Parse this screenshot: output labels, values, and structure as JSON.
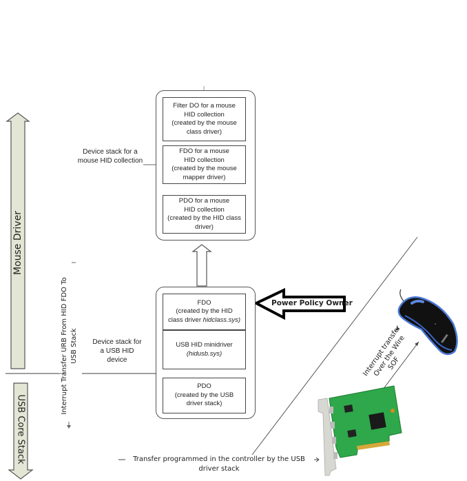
{
  "side_arrows": {
    "mouse_driver": "Mouse Driver",
    "usb_core_stack": "USB Core Stack",
    "fill_color": "#e3e6d4"
  },
  "upper_stack": {
    "caption_line1": "Device stack for a",
    "caption_line2": "mouse HID collection",
    "nodes": [
      {
        "lines": [
          "Filter DO for a mouse",
          "HID collection",
          "(created by the mouse",
          "class driver)"
        ]
      },
      {
        "lines": [
          "FDO for a  mouse",
          "HID collection",
          "(created by the mouse",
          "mapper driver)"
        ]
      },
      {
        "lines": [
          "PDO for a mouse",
          "HID collection",
          "(created by the HID class",
          "driver)"
        ]
      }
    ]
  },
  "lower_stack": {
    "caption_line1": "Device stack for",
    "caption_line2": "a USB HID",
    "caption_line3": "device",
    "fdo": {
      "line1": "FDO",
      "line2": "(created by the HID",
      "line3_prefix": "class driver ",
      "line3_italic": "hidclass.sys)"
    },
    "minidriver": {
      "line1": "USB HID minidriver",
      "line2_italic": "(hidusb.sys)"
    },
    "pdo": {
      "line1": "PDO",
      "line2": "(created by the USB",
      "line3": "driver stack)"
    }
  },
  "power_policy_label": "Power Policy Owner",
  "interrupt_urb_label_line1": "Interrupt Transfer URB From HID FDO To",
  "interrupt_urb_label_line2": "USB Stack",
  "controller_transfer_line1": "Transfer programmed in the controller by the USB",
  "controller_transfer_line2": "driver stack",
  "wire_labels": {
    "interrupt_line1": "Interrupt transfer",
    "interrupt_line2": "Over the Wire",
    "sof": "SOF"
  }
}
